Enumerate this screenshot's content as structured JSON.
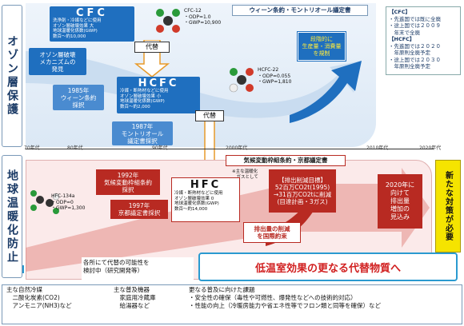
{
  "left_labels": {
    "ozone": "オゾン層保護",
    "warming": "地球温暖化防止"
  },
  "top": {
    "vienna_banner": "ウィーン条約・モントリオール議定書",
    "cfc": {
      "title": "CFC",
      "desc": "洗浄剤・冷媒などに使用\nオゾン層破壊効果 大\n地球温暖化係数(GWP)\n数百〜約10,000"
    },
    "cfc12": {
      "name": "CFC-12",
      "odp": "・ODP=1.0",
      "gwp": "・GWP=10,900"
    },
    "substitute1": "代替",
    "ozone_mechanism": "オゾン層破壊\nメカニズムの\n発見",
    "vienna_1985": "1985年\nウィーン条約\n採択",
    "hcfc": {
      "title": "HCFC",
      "desc": "冷媒・断熱材などに使用\nオゾン層破壊効果 小\n地球温暖化係数(GWP)\n数百〜約2,000"
    },
    "hcfc22": {
      "name": "HCFC-22",
      "odp": "・ODP=0.055",
      "gwp": "・GWP=1,810"
    },
    "montreal_1987": "1987年\nモントリオール\n議定書採択",
    "phaseout": "段階的に\n生産量・消費量\nを規制",
    "substitute2": "代替"
  },
  "right_panel": {
    "cfc_head": "【CFC】",
    "cfc_lines": "・先進国では既に全廃\n・途上国では２００９\n　年末で全廃",
    "hcfc_head": "【HCFC】",
    "hcfc_lines": "・先進国では２０２０\n　年原則全廃予定\n・途上国では２０３０\n　年原則全廃予定"
  },
  "timeline": {
    "t70": "70年代",
    "t80": "80年代",
    "t90": "90年代",
    "t2000": "2000年代",
    "t2010": "2010年代",
    "t2020": "2020年代"
  },
  "bottom": {
    "kyoto_banner": "気候変動枠組条約・京都議定書",
    "unfccc_1992": "1992年\n気候変動枠組条約\n採択",
    "kyoto_1997": "1997年\n京都議定書採択",
    "hfc134a": {
      "name": "HFC-134a",
      "odp": "・ODP=0",
      "gwp": "・GWP=1,300"
    },
    "ghg_note": "※主な温暖化\n　ガスとして",
    "hfc": {
      "title": "HFC",
      "desc": "冷媒・断熱材などに使用\nオゾン層破壊効果 0\n地球温暖化係数(GWP)\n数百〜約14,000"
    },
    "emission_target_head": "【排出削減目標】",
    "emission_target_1": "52百万CO2t(1995)",
    "emission_target_2": "→31百万CO2tに削減\n(目達計画・3ガス)",
    "emission_reduction": "排出量の削減\nを国際約束",
    "forecast_2020": "2020年に\n向けて\n排出量\n増加の\n見込み",
    "new_measure": "新たな対策が必要"
  },
  "research": {
    "possibility": "各所にて代替の可能性を\n検討中（研究開発等）",
    "headline": "低温室効果の更なる代替物質へ"
  },
  "footer": {
    "col1": "主な自然冷媒\n　二酸化炭素(CO2)\n　アンモニア(NH3)など",
    "col2": "主な普及機器\n　家庭用冷蔵庫\n　給湯器など",
    "col3": "更なる普及に向けた課題\n・安全性の確保（毒性や可燃性、爆発性などへの技術的対応）\n・性能の向上（冷暖房能力や省エネ性等でフロン類と同等を確保）など"
  },
  "colors": {
    "blue": "#1f6fbf",
    "red": "#b82a22",
    "yellow": "#f5e400",
    "text_red": "#d12020",
    "navy": "#1a3a66"
  }
}
